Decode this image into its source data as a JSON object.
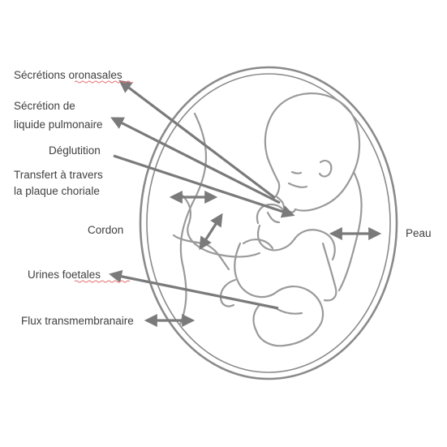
{
  "labels": {
    "secretions_oronasales": "Sécrétions oronasales",
    "secretion_pulmonaire_line1": "Sécrétion de",
    "secretion_pulmonaire_line2": "liquide pulmonaire",
    "deglutition": "Déglutition",
    "transfert_line1": "Transfert à travers",
    "transfert_line2": "la plaque choriale",
    "cordon": "Cordon",
    "peau": "Peau",
    "urines_foetales": "Urines foetales",
    "flux_transmembranaire": "Flux transmembranaire"
  },
  "colors": {
    "arrow": "#7a7a7a",
    "outline": "#9a9a9a",
    "text": "#404040",
    "spellcheck_underline": "#e07070"
  }
}
